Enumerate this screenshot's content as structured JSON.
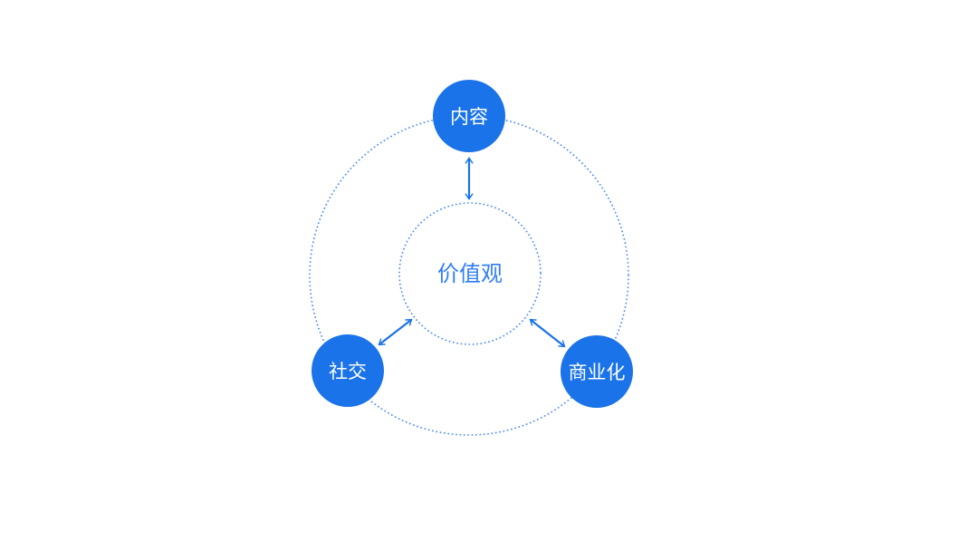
{
  "diagram": {
    "title": "values-core-diagram",
    "center_node": {
      "label": "价值观"
    },
    "nodes": [
      {
        "id": "content",
        "label": "内容",
        "position": "top"
      },
      {
        "id": "social",
        "label": "社交",
        "position": "bottom-left"
      },
      {
        "id": "commercialization",
        "label": "商业化",
        "position": "bottom-right"
      }
    ],
    "connections": [
      {
        "from": "内容",
        "to": "价值观",
        "type": "double-arrow"
      },
      {
        "from": "社交",
        "to": "价值观",
        "type": "double-arrow"
      },
      {
        "from": "商业化",
        "to": "价值观",
        "type": "double-arrow"
      }
    ]
  },
  "colors": {
    "background": "#ffffff",
    "node_fill": "#1a73e8",
    "node_text": "#ffffff",
    "center_text": "#2f7ef5",
    "ring": "#4f8df8",
    "arrow": "#1a73e8"
  }
}
